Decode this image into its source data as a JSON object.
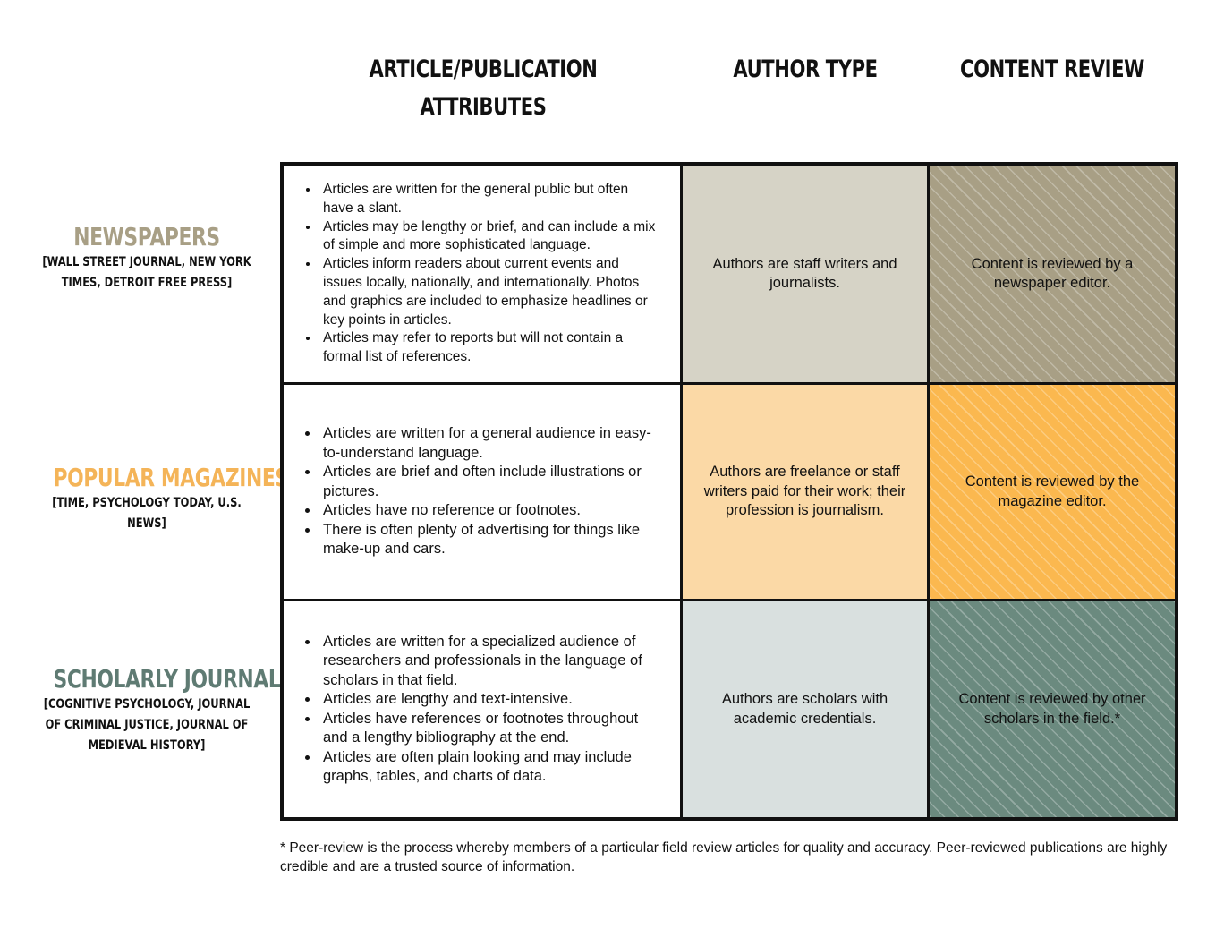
{
  "colors": {
    "newspapers": "#a89f85",
    "newspapers_author_bg": "#d6d3c6",
    "newspapers_review_bg": "#a89f85",
    "magazines": "#f4b458",
    "magazines_author_bg": "#fbd9a6",
    "magazines_review_bg": "#fbb84f",
    "journals": "#5f7b73",
    "journals_author_bg": "#d9e0df",
    "journals_review_bg": "#6b8a7f"
  },
  "headers": {
    "attributes_line1": "ARTICLE/PUBLICATION",
    "attributes_line2": "ATTRIBUTES",
    "author_type": "AUTHOR TYPE",
    "content_review": "CONTENT REVIEW"
  },
  "rows": [
    {
      "title": "NEWSPAPERS",
      "subtitle": "[WALL STREET JOURNAL, NEW YORK TIMES, DETROIT FREE PRESS]",
      "attributes": [
        "Articles are written for the general public but often have a slant.",
        "Articles may be lengthy or brief, and can include a mix of simple and more sophisticated language.",
        "Articles inform readers about current events and issues locally, nationally, and internationally. Photos and graphics are included to emphasize headlines or key points in articles.",
        "Articles may refer to reports but will not contain a formal list of references."
      ],
      "author": "Authors are staff writers and journalists.",
      "review": "Content is reviewed by a newspaper editor."
    },
    {
      "title": "POPULAR MAGAZINES",
      "subtitle": "[TIME, PSYCHOLOGY TODAY, U.S. NEWS]",
      "attributes": [
        "Articles are written for a general audience in easy-to-understand language.",
        "Articles are brief and often include illustrations or pictures.",
        "Articles have no reference or footnotes.",
        "There is often plenty of advertising for things like make-up and cars."
      ],
      "author": "Authors are freelance or staff writers paid for their work; their profession is journalism.",
      "review": "Content is reviewed by the magazine editor."
    },
    {
      "title": "SCHOLARLY JOURNALS",
      "subtitle": "[COGNITIVE PSYCHOLOGY, JOURNAL OF CRIMINAL JUSTICE, JOURNAL OF MEDIEVAL HISTORY]",
      "attributes": [
        "Articles are written for a specialized audience of researchers and professionals in the language of scholars in that field.",
        "Articles are lengthy and text-intensive.",
        "Articles have references or footnotes throughout and a lengthy bibliography at the end.",
        "Articles are often plain looking and may include graphs, tables, and charts of data."
      ],
      "author": "Authors are scholars with academic credentials.",
      "review": "Content is reviewed by other scholars in the field.*"
    }
  ],
  "footnote": "* Peer-review is the process whereby members of a particular field review articles for quality and accuracy. Peer-reviewed publications are highly credible and are a trusted source of information."
}
